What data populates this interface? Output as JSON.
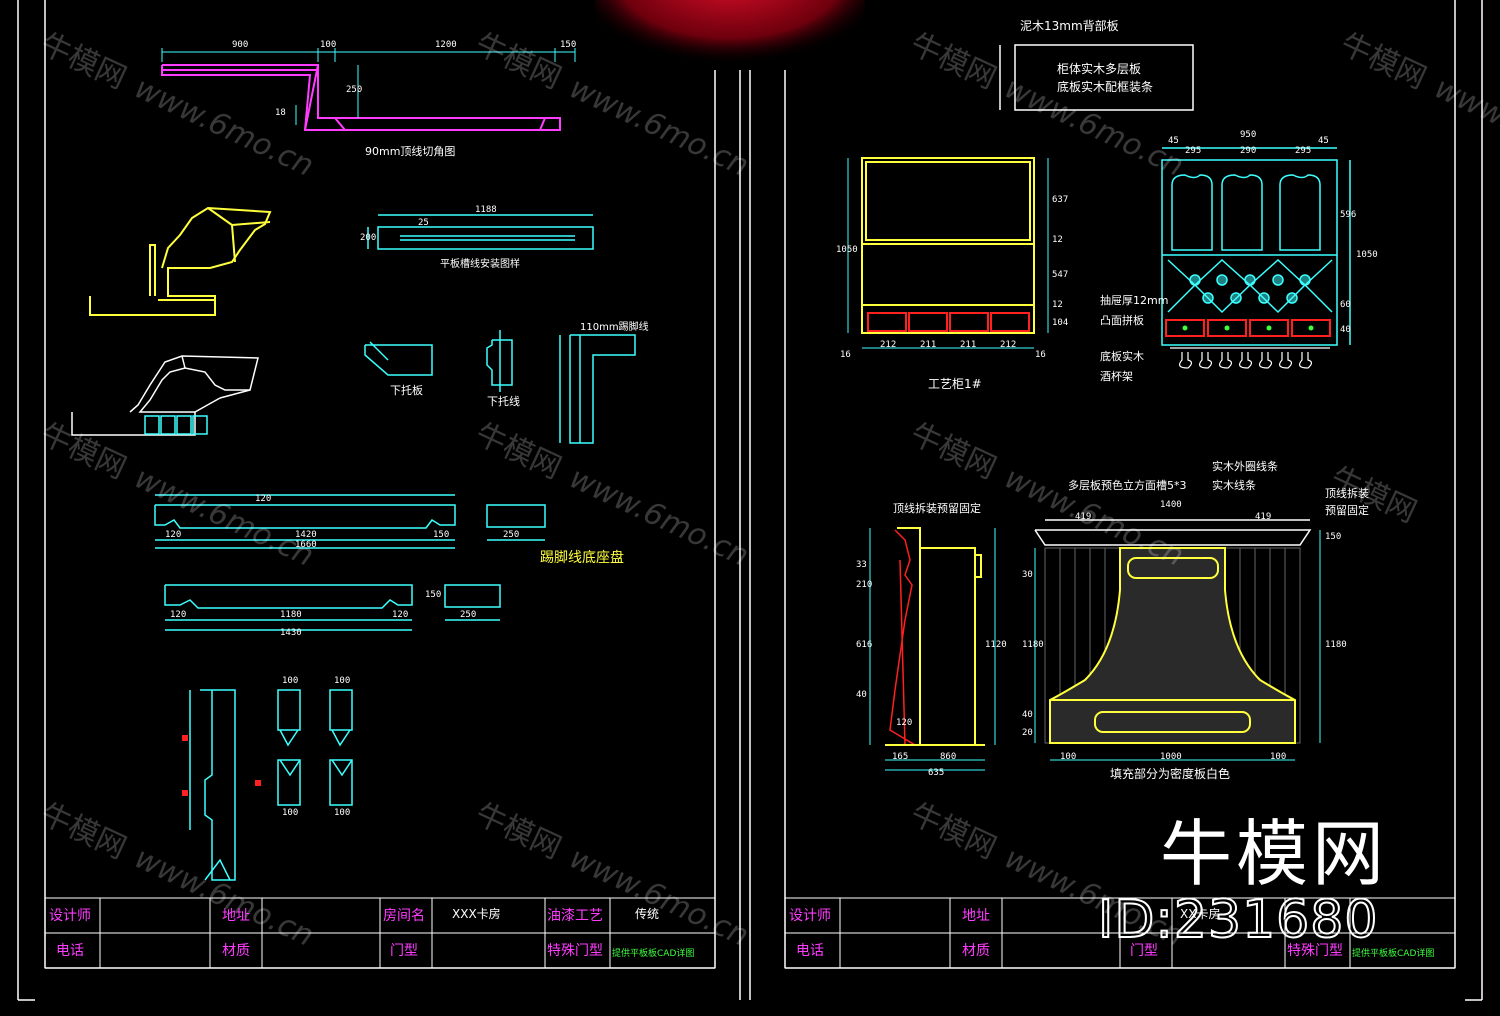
{
  "colors": {
    "background": "#000000",
    "frame": "#ffffff",
    "cyan": "#3cffff",
    "yellow": "#ffff3c",
    "magenta": "#ff3cff",
    "red": "#ff2020",
    "green": "#3cff3c"
  },
  "left_sheet": {
    "labels": {
      "crown_cut": "90mm顶线切角图",
      "flat_slot": "平板槽线安装图样",
      "lower_board": "下托板",
      "lower_line": "下托线",
      "kick_line_tag": "110mm踢脚线",
      "kick_base": "踢脚线底座盘"
    },
    "dims": {
      "top": [
        "900",
        "100",
        "1200",
        "150"
      ],
      "top_side": [
        "250",
        "18"
      ],
      "slot": [
        "1188",
        "25",
        "200"
      ],
      "kick1": [
        "120",
        "1420",
        "1660",
        "150",
        "120",
        "250"
      ],
      "kick2": [
        "120",
        "1180",
        "1430",
        "120",
        "250",
        "150"
      ],
      "col": [
        "100",
        "100",
        "100",
        "100"
      ]
    },
    "title_block": {
      "designer": "设计师",
      "address": "地址",
      "room_name": "房间名",
      "room_value": "XXX卡房",
      "paint": "油漆工艺",
      "paint_value": "传统",
      "phone": "电话",
      "material": "材质",
      "door_type": "门型",
      "special_door": "特殊门型",
      "provider": "提供平板板CAD详图"
    }
  },
  "right_sheet": {
    "labels": {
      "back_panel": "泥木13mm背部板",
      "cabinet_line1": "柜体实木多层板",
      "cabinet_line2": "底板实木配框装条",
      "cabinet": "工艺柜1#",
      "drawer_front": "抽屉厚12mm",
      "convex_panel": "凸面拼板",
      "base_solid": "底板实木",
      "rack": "酒杯架",
      "crown_install_left": "顶线拆装预留固定",
      "multilayer": "多层板预色立方面槽5*3",
      "solid_edge": "实木外圈线条",
      "solid_strip": "实木线条",
      "crown_install_right1": "顶线拆装",
      "crown_install_right2": "预留固定",
      "hood_note": "填充部分为密度板白色"
    },
    "dims": {
      "cab_h": [
        "1050",
        "637",
        "12",
        "547",
        "12",
        "104"
      ],
      "cab_w": [
        "16",
        "212",
        "211",
        "211",
        "212",
        "16"
      ],
      "wine_w": [
        "45",
        "950",
        "45",
        "295",
        "290",
        "295"
      ],
      "wine_h": [
        "596",
        "1050",
        "60",
        "40"
      ],
      "hood_w": [
        "419",
        "1400",
        "419",
        "100",
        "1000",
        "100"
      ],
      "hood_h": [
        "150",
        "30",
        "1180",
        "1180",
        "40",
        "20"
      ],
      "side_w": [
        "165",
        "860",
        "635",
        "120"
      ],
      "side_h": [
        "33",
        "210",
        "616",
        "40",
        "1120"
      ]
    },
    "title_block": {
      "designer": "设计师",
      "address": "地址",
      "room_value": "XX卡房",
      "phone": "电话",
      "material": "材质",
      "door_type": "门型",
      "special_door": "特殊门型",
      "provider": "提供平板板CAD详图"
    }
  },
  "watermark": {
    "text": "牛模网",
    "url": "www.6mo.cn"
  },
  "brand": {
    "name": "牛模网",
    "id": "ID:231680"
  }
}
